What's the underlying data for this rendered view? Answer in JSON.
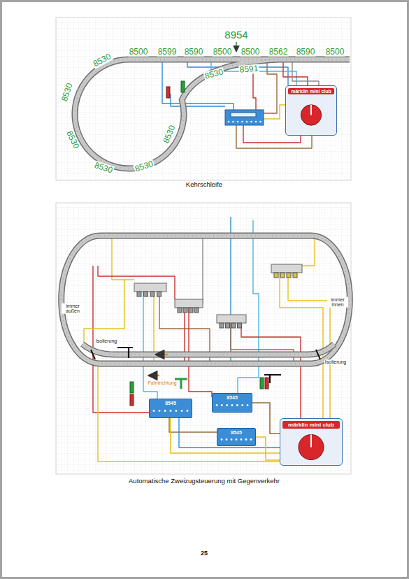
{
  "diagram": {
    "nodes": [
      {
        "text": [
          "märklin mini club"
        ]
      },
      {
        "text": [
          "8545"
        ]
      },
      {
        "text": [
          "8545"
        ]
      },
      {
        "text": [
          "8545"
        ]
      },
      {
        "text": [
          "märklin mini club"
        ]
      }
    ],
    "edges": [
      {
        "from": 1,
        "to": 4,
        "arrow": "none"
      },
      {
        "from": 2,
        "to": 4,
        "arrow": "none"
      },
      {
        "from": 3,
        "to": 4,
        "arrow": "none"
      }
    ],
    "labels": [
      "8954",
      "8530",
      "8500",
      "8599",
      "8590",
      "8500",
      "8500",
      "8562",
      "8590",
      "8500",
      "8530",
      "8591",
      "8530",
      "8530",
      "8530",
      "8530",
      "8530",
      "Kehrschleife",
      "immer außen",
      "Isolierung",
      "Fahrtrichtung",
      "immer innen",
      "Isolierung",
      "Automatische Zweizugsteuerung mit Gegenverkehr",
      "25"
    ]
  }
}
